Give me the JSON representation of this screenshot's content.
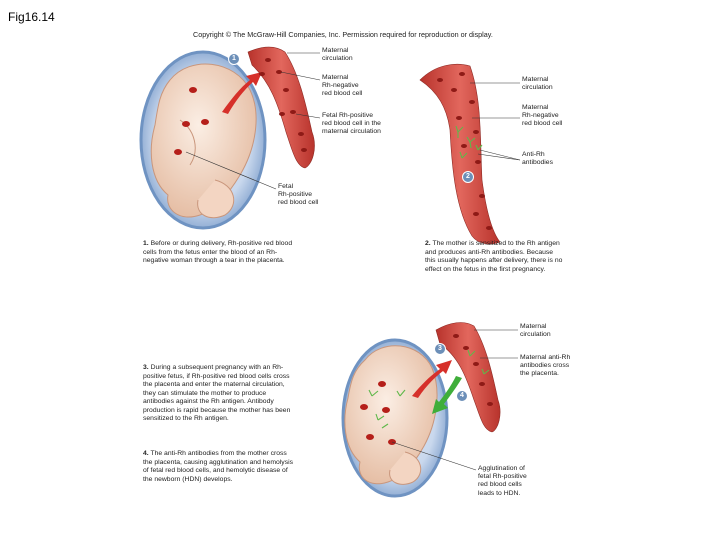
{
  "figure_label": "Fig16.14",
  "copyright": "Copyright © The McGraw-Hill Companies, Inc. Permission required for reproduction or display.",
  "panel1": {
    "labels": {
      "maternal_circulation": "Maternal\ncirculation",
      "maternal_rh_negative": "Maternal\nRh-negative\nred blood cell",
      "fetal_rh_positive_maternal": "Fetal Rh-positive\nred blood cell in the\nmaternal circulation",
      "fetal_rh_positive": "Fetal\nRh-positive\nred blood cell"
    },
    "step": "1",
    "caption_num": "1.",
    "caption": "Before or during delivery, Rh-positive red blood cells from the fetus enter the blood of an Rh-negative woman through a tear in the placenta."
  },
  "panel2": {
    "labels": {
      "maternal_circulation": "Maternal\ncirculation",
      "maternal_rh_negative": "Maternal\nRh-negative\nred blood cell",
      "anti_rh": "Anti-Rh\nantibodies"
    },
    "step": "2",
    "caption_num": "2.",
    "caption": "The mother is sensitized to the Rh antigen and produces anti-Rh antibodies. Because this usually happens after delivery, there is no effect on the fetus in the first pregnancy."
  },
  "panel3": {
    "labels": {
      "maternal_circulation": "Maternal\ncirculation",
      "maternal_anti_rh": "Maternal anti-Rh\nantibodies cross\nthe placenta.",
      "agglutination": "Agglutination of\nfetal Rh-positive\nred blood cells\nleads to HDN."
    },
    "step3": "3",
    "step4": "4",
    "caption3_num": "3.",
    "caption3": "During a subsequent pregnancy with an Rh-positive fetus, if Rh-positive red blood cells cross the placenta and enter the maternal circulation, they can stimulate the mother to produce antibodies against the Rh antigen. Antibody production is rapid because the mother has been sensitized to the Rh antigen.",
    "caption4_num": "4.",
    "caption4": "The anti-Rh antibodies from the mother cross the placenta, causing agglutination and hemolysis of fetal red blood cells, and hemolytic disease of the newborn (HDN) develops."
  },
  "colors": {
    "vessel": "#d9534a",
    "cell": "#a8201c",
    "antibody": "#5fb84a",
    "uterus_rim": "#6f93c2",
    "fetus": "#f4dccb",
    "arrow_red": "#d6302a",
    "arrow_green": "#3fae3a"
  }
}
